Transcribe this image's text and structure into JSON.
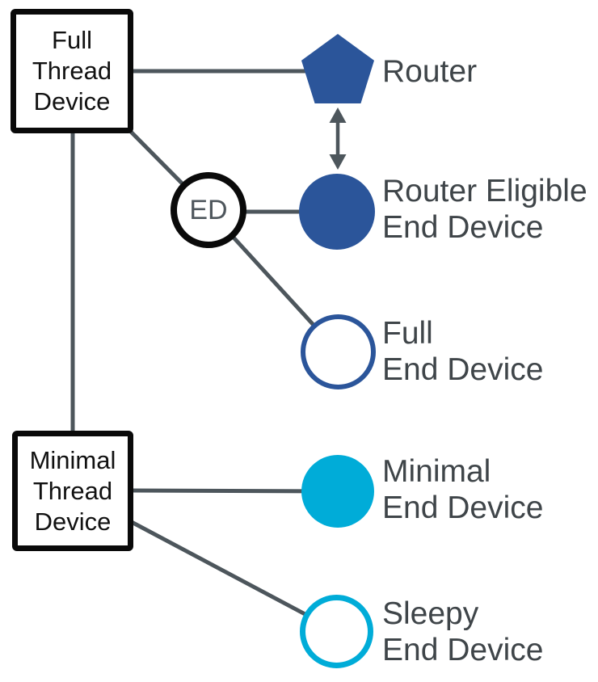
{
  "diagram": {
    "type": "network-device-topology",
    "colors": {
      "primary_blue": "#2b559a",
      "accent_cyan": "#00acd8",
      "line_color": "#4d565c",
      "label_text": "#3f4549",
      "ed_text": "#4e565c",
      "shape_border": "#0a0a0a",
      "canvas_bg": "#ffffff"
    },
    "nodes": {
      "full_thread_device": {
        "lines": [
          "Full",
          "Thread",
          "Device"
        ]
      },
      "minimal_thread_device": {
        "lines": [
          "Minimal",
          "Thread",
          "Device"
        ]
      },
      "router": {
        "lines": [
          "Router"
        ]
      },
      "router_eligible_end_device": {
        "lines": [
          "Router Eligible",
          "End Device"
        ]
      },
      "ed_badge": {
        "label": "ED"
      },
      "full_end_device": {
        "lines": [
          "Full",
          "End Device"
        ]
      },
      "minimal_end_device": {
        "lines": [
          "Minimal",
          "End Device"
        ]
      },
      "sleepy_end_device": {
        "lines": [
          "Sleepy",
          "End Device"
        ]
      }
    },
    "edges": [
      {
        "from": "full_thread_device",
        "to": "router",
        "style": "plain"
      },
      {
        "from": "full_thread_device",
        "to": "minimal_thread_device",
        "style": "plain"
      },
      {
        "from": "full_thread_device",
        "to": "ed_badge",
        "style": "plain"
      },
      {
        "from": "ed_badge",
        "to": "router_eligible_end_device",
        "style": "plain"
      },
      {
        "from": "ed_badge",
        "to": "full_end_device",
        "style": "plain"
      },
      {
        "from": "minimal_thread_device",
        "to": "minimal_end_device",
        "style": "plain"
      },
      {
        "from": "minimal_thread_device",
        "to": "sleepy_end_device",
        "style": "plain"
      },
      {
        "from": "router",
        "to": "router_eligible_end_device",
        "style": "double-arrow"
      }
    ]
  }
}
